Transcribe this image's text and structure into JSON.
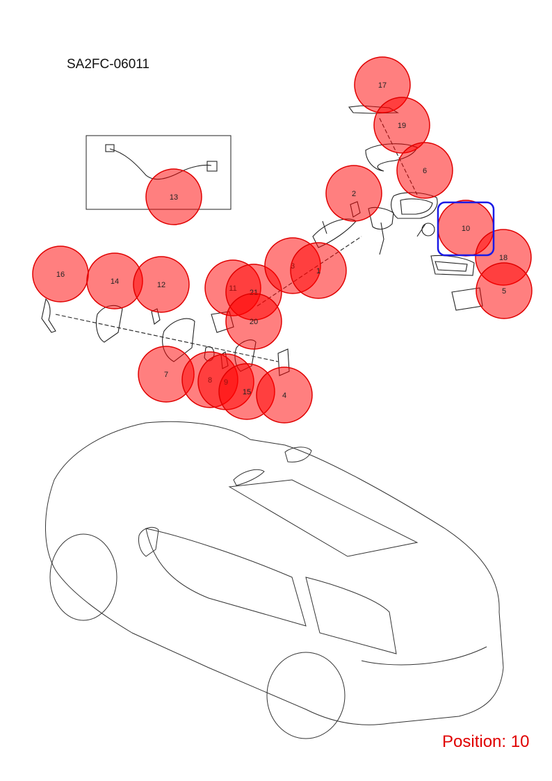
{
  "diagram_code": "SA2FC-06011",
  "position_text": "Position: 10",
  "selected_callout": "10",
  "colors": {
    "hotspot_fill": "#ff000080",
    "hotspot_stroke": "#e00000",
    "selection": "#1a1ae6",
    "position_text": "#e00000"
  },
  "callouts": [
    {
      "id": "c17",
      "num": "17"
    },
    {
      "id": "c19",
      "num": "19"
    },
    {
      "id": "c6",
      "num": "6"
    },
    {
      "id": "c2",
      "num": "2"
    },
    {
      "id": "c10",
      "num": "10"
    },
    {
      "id": "c18",
      "num": "18"
    },
    {
      "id": "c5",
      "num": "5"
    },
    {
      "id": "c13",
      "num": "13"
    },
    {
      "id": "c16",
      "num": "16"
    },
    {
      "id": "c14",
      "num": "14"
    },
    {
      "id": "c12",
      "num": "12"
    },
    {
      "id": "c11",
      "num": "11"
    },
    {
      "id": "c21",
      "num": "21"
    },
    {
      "id": "c20",
      "num": "20"
    },
    {
      "id": "c3",
      "num": "3"
    },
    {
      "id": "c1",
      "num": "1"
    },
    {
      "id": "c7",
      "num": "7"
    },
    {
      "id": "c8",
      "num": "8"
    },
    {
      "id": "c9",
      "num": "9"
    },
    {
      "id": "c15",
      "num": "15"
    },
    {
      "id": "c4",
      "num": "4"
    }
  ]
}
